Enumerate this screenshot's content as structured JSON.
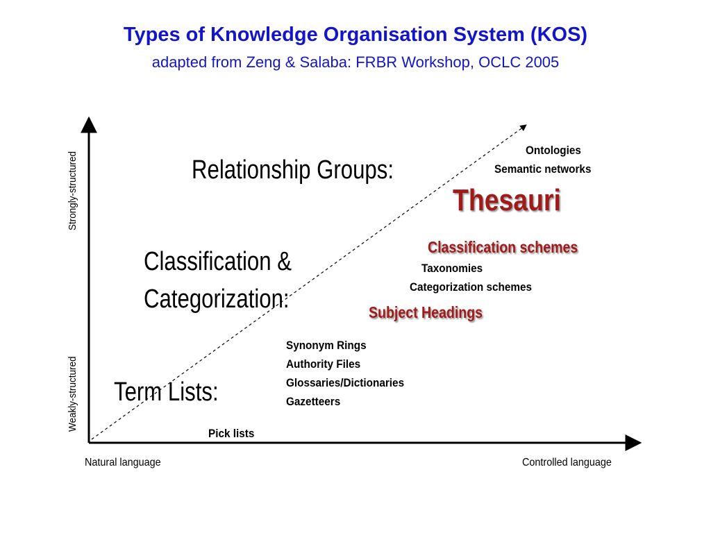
{
  "title": "Types of Knowledge Organisation System (KOS)",
  "subtitle": "adapted  from Zeng & Salaba: FRBR Workshop, OCLC 2005",
  "colors": {
    "title": "#1414c8",
    "highlight": "#a11a1a",
    "text": "#000000"
  },
  "axes": {
    "x_start": "Natural language",
    "x_end": "Controlled language",
    "y_top": "Strongly-structured",
    "y_bottom": "Weakly-structured"
  },
  "groups": {
    "relationship": "Relationship Groups:",
    "classification_line1": "Classification &",
    "classification_line2": "Categorization:",
    "term_lists": "Term Lists:"
  },
  "items": {
    "ontologies": "Ontologies",
    "semantic_networks": "Semantic networks",
    "thesauri": "Thesauri",
    "classification_schemes": "Classification schemes",
    "taxonomies": "Taxonomies",
    "categorization_schemes": "Categorization schemes",
    "subject_headings": "Subject Headings",
    "synonym_rings": "Synonym Rings",
    "authority_files": "Authority Files",
    "glossaries": "Glossaries/Dictionaries",
    "gazetteers": "Gazetteers",
    "pick_lists": "Pick lists"
  }
}
